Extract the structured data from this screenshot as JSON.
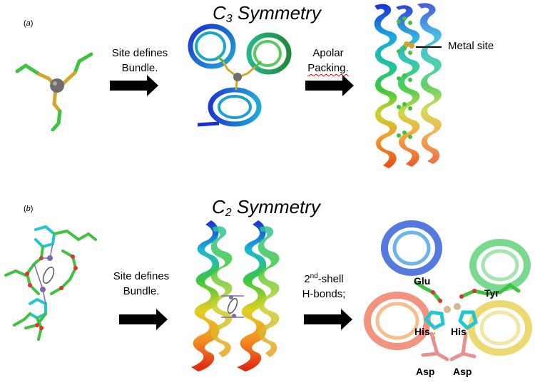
{
  "panel_a": {
    "label_paren_open": "(",
    "label_letter": "a",
    "label_paren_close": ")",
    "title_main": "C",
    "title_sub": "3",
    "title_rest": " Symmetry",
    "step1_line1": "Site defines",
    "step1_line2": "Bundle.",
    "step2_line1": "Apolar",
    "step2_line2": "Packing.",
    "metal_label": "Metal site"
  },
  "panel_b": {
    "label_paren_open": "(",
    "label_letter": "b",
    "label_paren_close": ")",
    "title_main": "C",
    "title_sub": "2",
    "title_rest": " Symmetry",
    "step1_line1": "Site defines",
    "step1_line2": "Bundle.",
    "step2_line1_pre": "2",
    "step2_line1_sup": "nd",
    "step2_line1_post": "-shell",
    "step2_line2": "H-bonds;",
    "residues": {
      "glu": "Glu",
      "tyr": "Tyr",
      "his_left": "His",
      "his_right": "His",
      "asp_left": "Asp",
      "asp_right": "Asp"
    }
  },
  "colors": {
    "arrow": "#000000",
    "sidechain_green": "#3fc23f",
    "sulfur_gold": "#d4a62a",
    "metal_gray": "#6e6e6e",
    "helix_blue": "#1a3fd6",
    "helix_red": "#e02010"
  }
}
